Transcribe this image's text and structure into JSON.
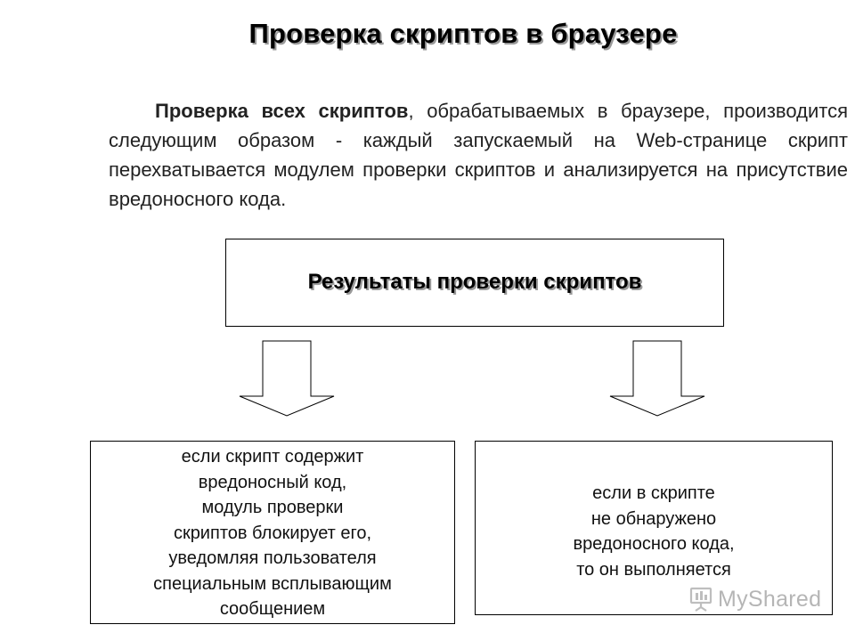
{
  "title": "Проверка скриптов в браузере",
  "intro": {
    "lead": "Проверка всех скриптов",
    "rest": ", обрабатываемых в браузере, производится следующим образом - каждый запускаемый на Web-странице скрипт перехватывается модулем проверки скриптов и анализируется на присутствие вредоносного кода."
  },
  "results_box": {
    "title": "Результаты проверки скриптов"
  },
  "outcomes": {
    "malicious": {
      "lines": [
        "если скрипт содержит",
        "вредоносный код,",
        "модуль проверки",
        "скриптов блокирует его,",
        "уведомляя пользователя",
        "специальным всплывающим",
        "сообщением"
      ]
    },
    "clean": {
      "lines": [
        "если в скрипте",
        "не обнаружено",
        "вредоносного кода,",
        "то он выполняется"
      ]
    }
  },
  "watermark": {
    "text": "MyShared",
    "icon": "presentation-board-icon"
  }
}
